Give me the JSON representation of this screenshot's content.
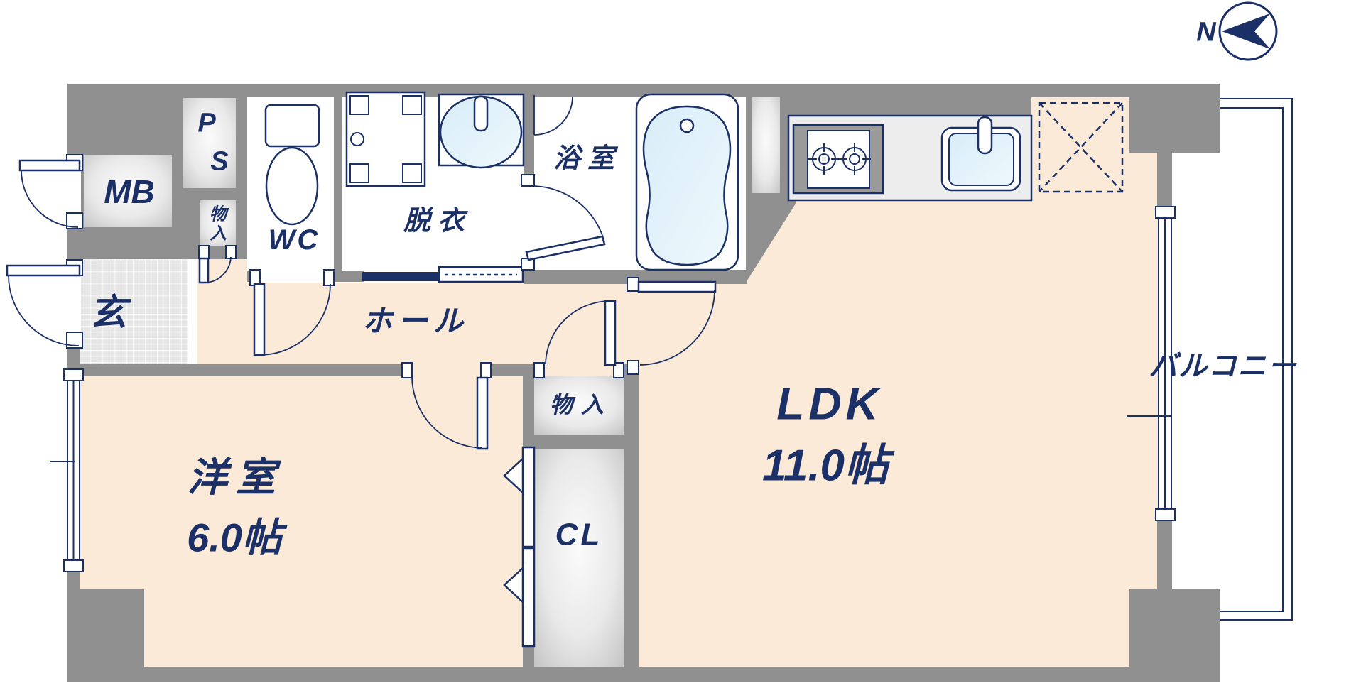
{
  "palette": {
    "navy": "#1b3066",
    "wall_gray": "#909090",
    "floor_peach": "#fcead9",
    "water_blue": "#def0f9",
    "counter_gray": "#ededed",
    "tile_gray": "#e6e6e6"
  },
  "compass": {
    "north_label": "N"
  },
  "rooms": {
    "meter_box": {
      "label": "MB"
    },
    "pipe_space": {
      "line1": "P",
      "line2": "S"
    },
    "small_storage": {
      "char1": "物",
      "char2": "入"
    },
    "toilet_room": {
      "label": "WC"
    },
    "dressing_room": {
      "label": "脱衣"
    },
    "bathroom": {
      "label": "浴室"
    },
    "entrance": {
      "label": "玄"
    },
    "hall": {
      "label": "ホール"
    },
    "hall_storage": {
      "label": "物入"
    },
    "closet": {
      "label": "CL"
    },
    "western_room": {
      "label": "洋室",
      "size": "6.0帖"
    },
    "ldk": {
      "label": "LDK",
      "size": "11.0帖"
    },
    "balcony": {
      "label": "バルコニー"
    }
  }
}
